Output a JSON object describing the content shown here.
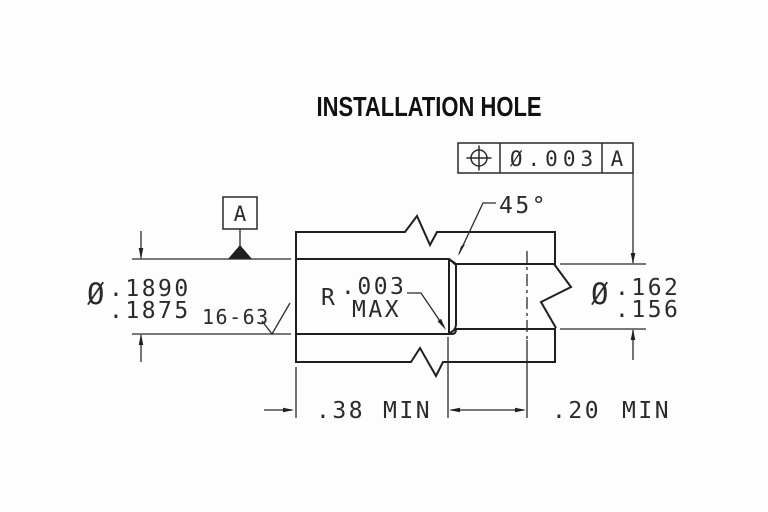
{
  "title": "INSTALLATION HOLE",
  "feature_control_frame": {
    "geometric_symbol": "position",
    "tolerance": "Ø.003",
    "datum_ref": "A"
  },
  "datum_flag": {
    "label": "A"
  },
  "dims": {
    "counterbore": {
      "symbol": "Ø",
      "upper": ".1890",
      "lower": ".1875"
    },
    "hole": {
      "symbol": "Ø",
      "upper": ".162",
      "lower": ".156"
    },
    "surface_finish": "16-63",
    "chamfer_angle": "45°",
    "corner_radius": {
      "prefix": "R",
      "value": ".003",
      "qualifier": "MAX"
    },
    "cbore_depth": {
      "value": ".38",
      "unit": "MIN"
    },
    "full_dia_depth": {
      "value": ".20",
      "unit": "MIN"
    }
  },
  "colors": {
    "line": "#1f1f1f",
    "section_fill": "#c5c6c8",
    "background": "#fdfdfd"
  }
}
